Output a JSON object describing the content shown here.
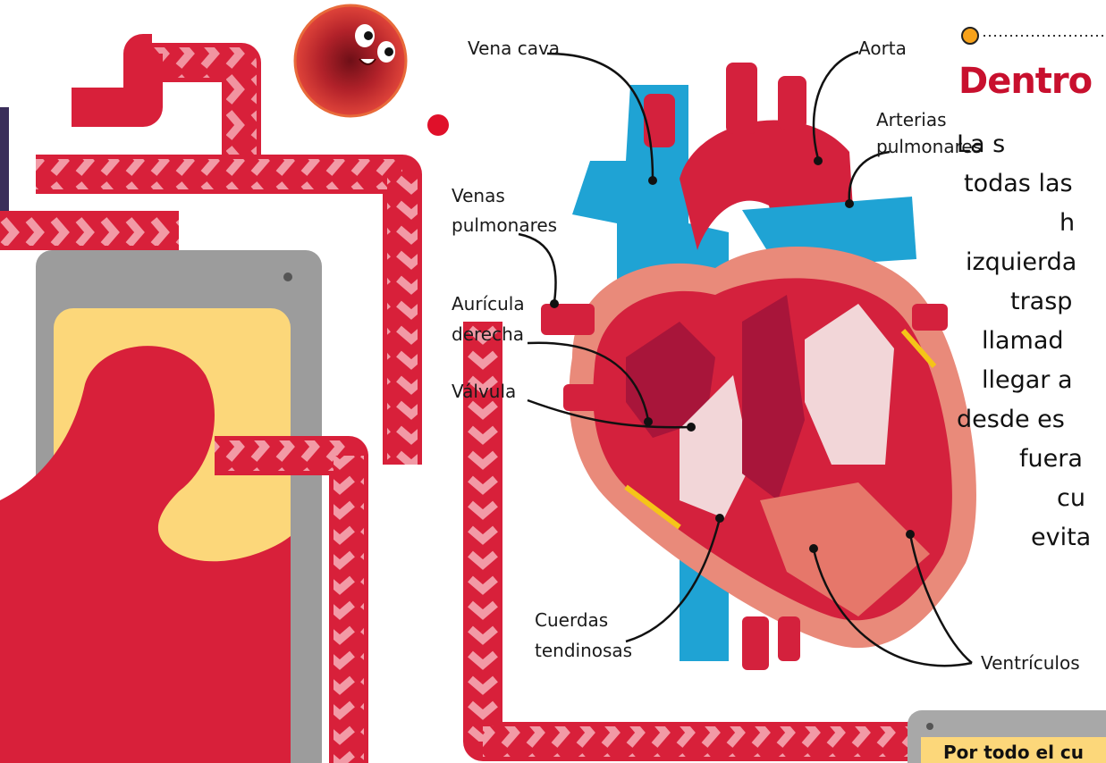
{
  "labels": {
    "vena_cava": "Vena cava",
    "aorta": "Aorta",
    "arterias_1": "Arterias",
    "arterias_2": "pulmonares",
    "venas_1": "Venas",
    "venas_2": "pulmonares",
    "auricula_1": "Aurícula",
    "auricula_2": "derecha",
    "valvula": "Válvula",
    "cuerdas_1": "Cuerdas",
    "cuerdas_2": "tendinosas",
    "ventriculos": "Ventrículos"
  },
  "title": "Dentro",
  "paragraph": [
    "La s",
    "todas las",
    "h",
    "izquierda",
    "trasp",
    "llamad",
    "llegar a",
    "desde es",
    "fuera",
    "cu",
    "evita"
  ],
  "footer": "Por todo el cu",
  "colors": {
    "heart_red": "#d4213d",
    "vessel_blue": "#1fa3d4",
    "tube_red": "#d8203a",
    "chevron_pink": "#f29aa6",
    "panel_gray": "#9c9c9c",
    "panel_yellow": "#fcd77a"
  },
  "icons": {
    "blood_cell": "blood-cell-character-icon",
    "bullet": "orange-dot-icon"
  }
}
